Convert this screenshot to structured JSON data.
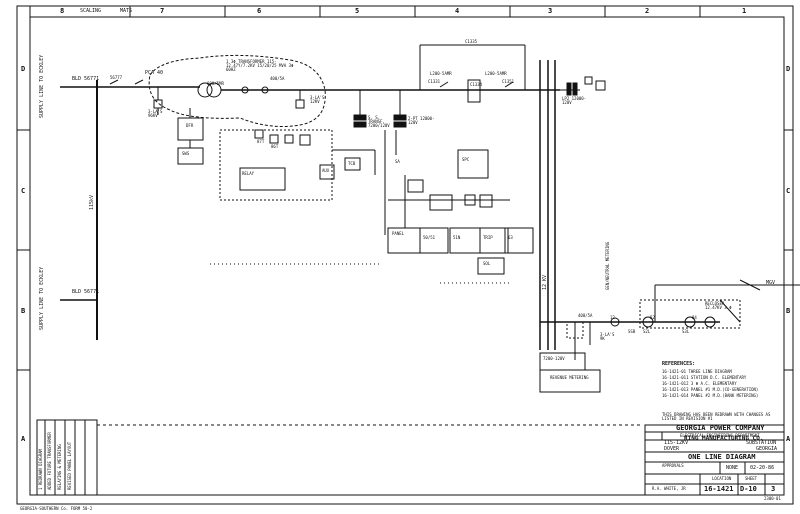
{
  "top_border": {
    "labels": [
      "8",
      "7",
      "6",
      "5",
      "4",
      "3",
      "2",
      "1"
    ],
    "scaling": "SCALING",
    "mats": "MATS"
  },
  "side_border": {
    "rows": [
      "D",
      "C",
      "B",
      "A"
    ]
  },
  "lines": {
    "from_bus_top": "SUPPLY LINE TO ECKLEY",
    "from_bus_bottom": "SUPPLY LINE TO ECKLEY",
    "bus_top_tag": "BLD 56771",
    "bus_bottom_tag": "BLD 56771",
    "bus_vertical": "115kV",
    "bus_right": "12 KV",
    "outgoing": "MGV"
  },
  "equipment": {
    "pca": "PCA 40",
    "la_left": "3-LA'S 96KV",
    "sw_56777": "56777",
    "transformer_main": "1 3Φ TRANSFORMER 115-12.47Y/7.2KV 15/20/25 MVA 3Φ 60HZ",
    "ct_600": "600/5MR",
    "ct_400": "400/5A",
    "la_right": "3-LA'S 12KV",
    "sst": "S. S. TRANSF. 7200/120V",
    "pt": "2-PT 12000-120V",
    "breaker_top": "L200-5AMR",
    "breaker_top2": "L200-5AMR",
    "c1335": "C1335",
    "c1331": "C1331",
    "c1334": "C1334",
    "c1351": "C1351",
    "lp2": "LP2 12000-120V",
    "sws": "SWS",
    "dfr": "DFR",
    "spc": "SPC",
    "panel": "PANEL",
    "sol": "SOL",
    "sa": "SA",
    "ct_400b": "400/5A",
    "la_bottom": "3-LA'S 9K",
    "pt_bottom": "7200-120V",
    "revenue": "REVENUE METERING",
    "recloser": "RECLOSER 12.47KV 3 Φ",
    "ssb": "SSB",
    "s2l": "S2L",
    "s3l": "S3L",
    "gen_a": "12",
    "gen_b": "52",
    "gen_c": "84",
    "bot_meter": "GEN/NEUTRAL METERING",
    "meter_labels": [
      "RELAY",
      "87T",
      "86T",
      "50/51",
      "51N",
      "TRIP",
      "63",
      "TCB",
      "AUX"
    ]
  },
  "references": {
    "title": "REFERENCES:",
    "items": [
      "16-1421-01  THREE LINE DIAGRAM",
      "16-1421-011  STATION D.C. ELEMENTARY",
      "16-1421-012  3 Φ A.C. ELEMENTARY",
      "16-1421-013  PANEL #1 M.D.(CO-GENERATION)",
      "16-1421-014  PANEL #2 M.D.(BANK METERING)"
    ],
    "note": "THIS DRAWING HAS BEEN REDRAWN WITH CHANGES AS LISTED IN REVISION #1"
  },
  "title_block": {
    "company": "GEORGIA POWER COMPANY",
    "dept": "ELECTRICAL ENGINEERING DEPARTMENT",
    "voltage": "115-12KV",
    "station": "DOVER",
    "substation": "SUBSTATION",
    "state": "GEORGIA",
    "customer": "RING MANUFACTURING CO.",
    "diagram": "ONE LINE DIAGRAM",
    "scale": "NONE",
    "date": "02-20-86",
    "approvals": "APPROVALS",
    "location": "LOCATION",
    "sheet_label": "SHEET",
    "drawing_no": "16-1421",
    "drawing_suffix": "D-10",
    "sheet_no": "3",
    "drawn_by": "R.A. WHITE, JR"
  },
  "footer": {
    "small": "GEORGIA-SOUTHERN Co. FORM 50-2",
    "code": "2300-01"
  },
  "revision_block": {
    "entries": [
      "1  REDRAWN DIAGRAM",
      "ADDED FUTURE TRANSFORMER",
      "RELAYING & METERING",
      "REVISED PANEL LAYOUT"
    ]
  }
}
